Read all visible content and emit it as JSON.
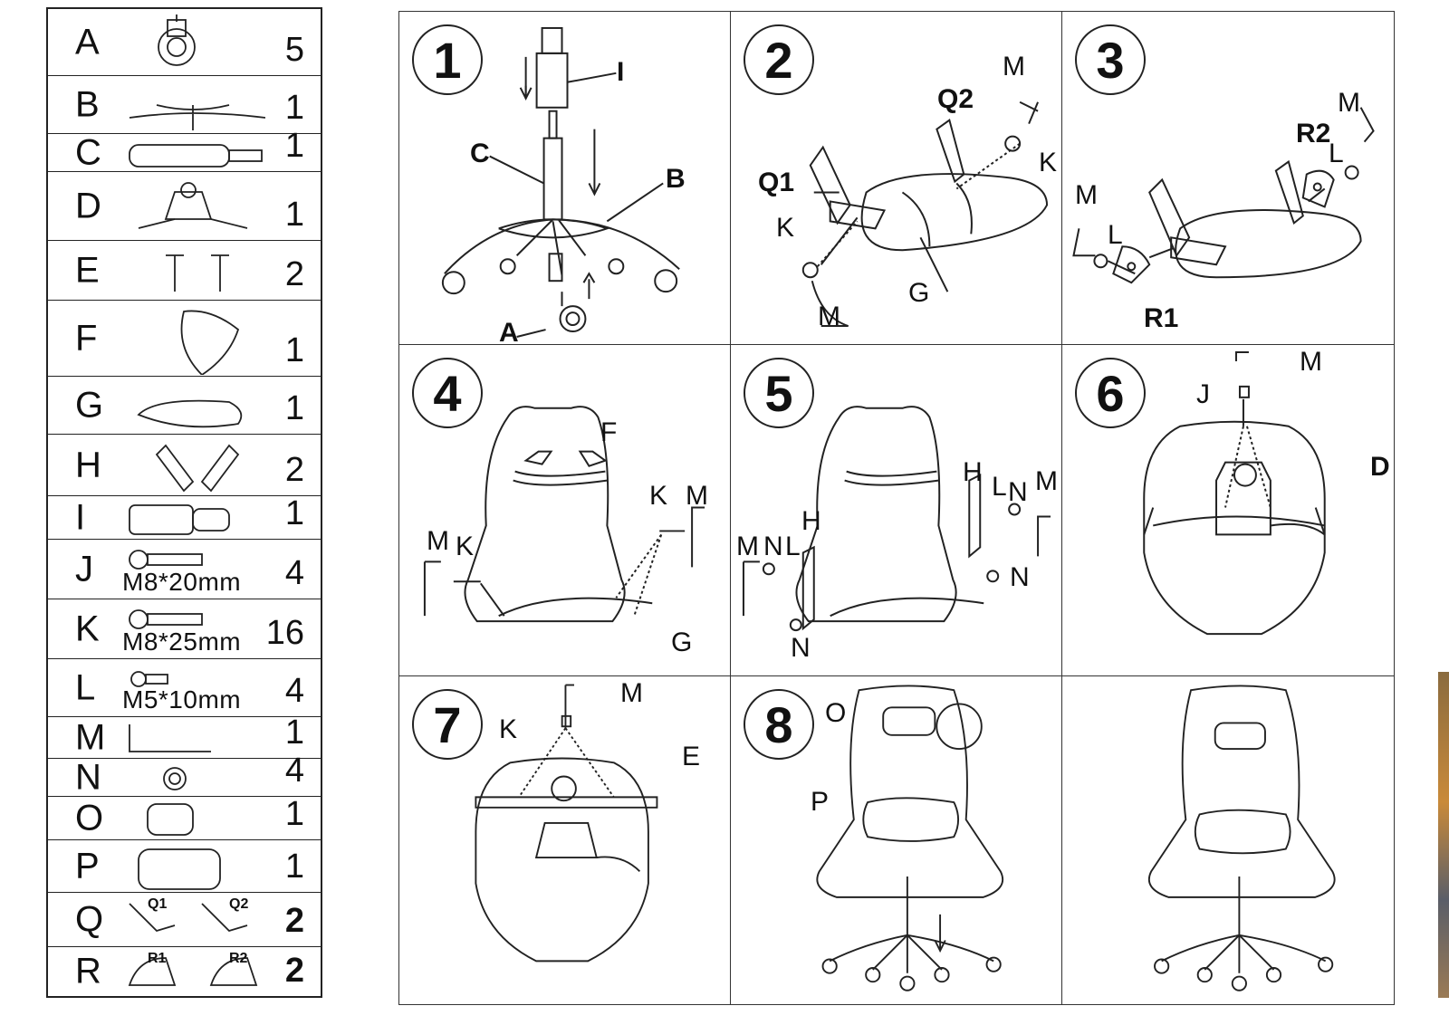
{
  "parts": [
    {
      "letter": "A",
      "spec": "",
      "qty": "5",
      "icon": "caster-wheel-icon",
      "h": 74
    },
    {
      "letter": "B",
      "spec": "",
      "qty": "1",
      "icon": "five-star-base-icon",
      "h": 64
    },
    {
      "letter": "C",
      "spec": "",
      "qty": "1",
      "icon": "gas-lift-cylinder-icon",
      "h": 42
    },
    {
      "letter": "D",
      "spec": "",
      "qty": "1",
      "icon": "tilt-mechanism-icon",
      "h": 76
    },
    {
      "letter": "E",
      "spec": "",
      "qty": "2",
      "icon": "armrest-icon",
      "h": 66
    },
    {
      "letter": "F",
      "spec": "",
      "qty": "1",
      "icon": "backrest-icon",
      "h": 84
    },
    {
      "letter": "G",
      "spec": "",
      "qty": "1",
      "icon": "seat-cushion-icon",
      "h": 64
    },
    {
      "letter": "H",
      "spec": "",
      "qty": "2",
      "icon": "backrest-bracket-icon",
      "h": 68
    },
    {
      "letter": "I",
      "spec": "",
      "qty": "1",
      "icon": "cylinder-cover-icon",
      "h": 48
    },
    {
      "letter": "J",
      "spec": "M8*20mm",
      "qty": "4",
      "icon": "bolt-icon",
      "h": 66
    },
    {
      "letter": "K",
      "spec": "M8*25mm",
      "qty": "16",
      "icon": "bolt-icon",
      "h": 66
    },
    {
      "letter": "L",
      "spec": "M5*10mm",
      "qty": "4",
      "icon": "small-bolt-icon",
      "h": 64
    },
    {
      "letter": "M",
      "spec": "",
      "qty": "1",
      "icon": "allen-key-icon",
      "h": 46
    },
    {
      "letter": "N",
      "spec": "",
      "qty": "4",
      "icon": "washer-nut-icon",
      "h": 42
    },
    {
      "letter": "O",
      "spec": "",
      "qty": "1",
      "icon": "headrest-pillow-icon",
      "h": 48
    },
    {
      "letter": "P",
      "spec": "",
      "qty": "1",
      "icon": "lumbar-pillow-icon",
      "h": 58
    },
    {
      "letter": "Q",
      "spec": "",
      "qty": "2",
      "qty_bold": true,
      "icon": "recline-bracket-icon",
      "sub": [
        "Q1",
        "Q2"
      ],
      "h": 60
    },
    {
      "letter": "R",
      "spec": "",
      "qty": "2",
      "qty_bold": true,
      "icon": "bracket-cover-icon",
      "sub": [
        "R1",
        "R2"
      ],
      "h": 54
    }
  ],
  "steps": [
    {
      "num": "1",
      "labels": [
        "I",
        "C",
        "B",
        "A"
      ]
    },
    {
      "num": "2",
      "labels": [
        "M",
        "Q2",
        "K",
        "Q1",
        "K",
        "G",
        "M"
      ]
    },
    {
      "num": "3",
      "labels": [
        "M",
        "R2",
        "L",
        "M",
        "L",
        "R1"
      ]
    },
    {
      "num": "4",
      "labels": [
        "F",
        "K",
        "M",
        "M",
        "K",
        "G"
      ]
    },
    {
      "num": "5",
      "labels": [
        "H",
        "L",
        "N",
        "M",
        "H",
        "M",
        "N",
        "L",
        "N",
        "N"
      ]
    },
    {
      "num": "6",
      "labels": [
        "M",
        "J",
        "D"
      ]
    },
    {
      "num": "7",
      "labels": [
        "M",
        "K",
        "E"
      ]
    },
    {
      "num": "8",
      "labels": [
        "O",
        "P"
      ]
    },
    {
      "num": "",
      "labels": []
    }
  ]
}
